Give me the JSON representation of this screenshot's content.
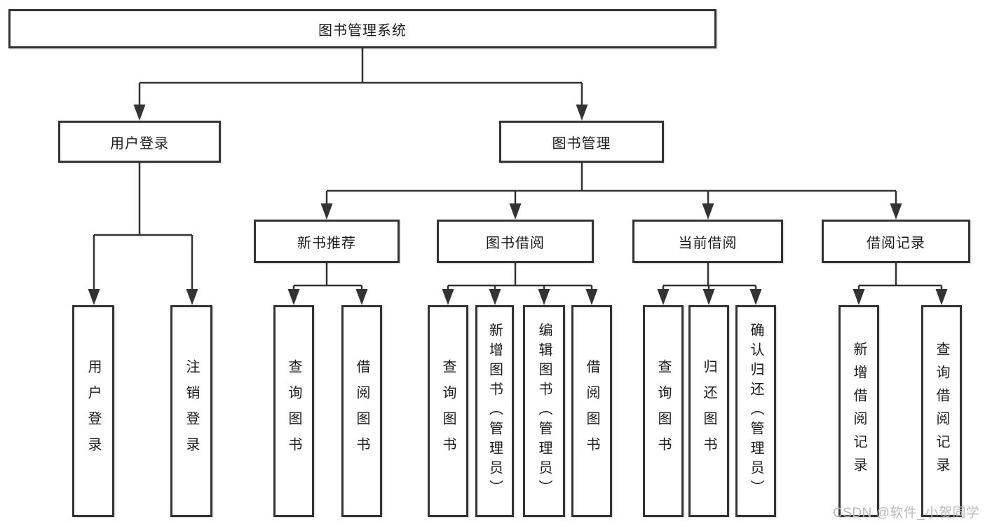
{
  "tree": {
    "root": "图书管理系统",
    "children": [
      {
        "label": "用户登录",
        "children": [
          {
            "label": "用户登录"
          },
          {
            "label": "注销登录"
          }
        ]
      },
      {
        "label": "图书管理",
        "children": [
          {
            "label": "新书推荐",
            "children": [
              {
                "label": "查询图书"
              },
              {
                "label": "借阅图书"
              }
            ]
          },
          {
            "label": "图书借阅",
            "children": [
              {
                "label": "查询图书"
              },
              {
                "label": "新增图书（管理员）"
              },
              {
                "label": "编辑图书（管理员）"
              },
              {
                "label": "借阅图书"
              }
            ]
          },
          {
            "label": "当前借阅",
            "children": [
              {
                "label": "查询图书"
              },
              {
                "label": "归还图书"
              },
              {
                "label": "确认归还（管理员）"
              }
            ]
          },
          {
            "label": "借阅记录",
            "children": [
              {
                "label": "新增借阅记录"
              },
              {
                "label": "查询借阅记录"
              }
            ]
          }
        ]
      }
    ]
  },
  "watermark": "CSDN @软件_小贺同学",
  "colors": {
    "line": "#333333",
    "box_border": "#333333",
    "text": "#1a1a1a",
    "watermark": "#b9b9b9",
    "background": "#ffffff"
  }
}
